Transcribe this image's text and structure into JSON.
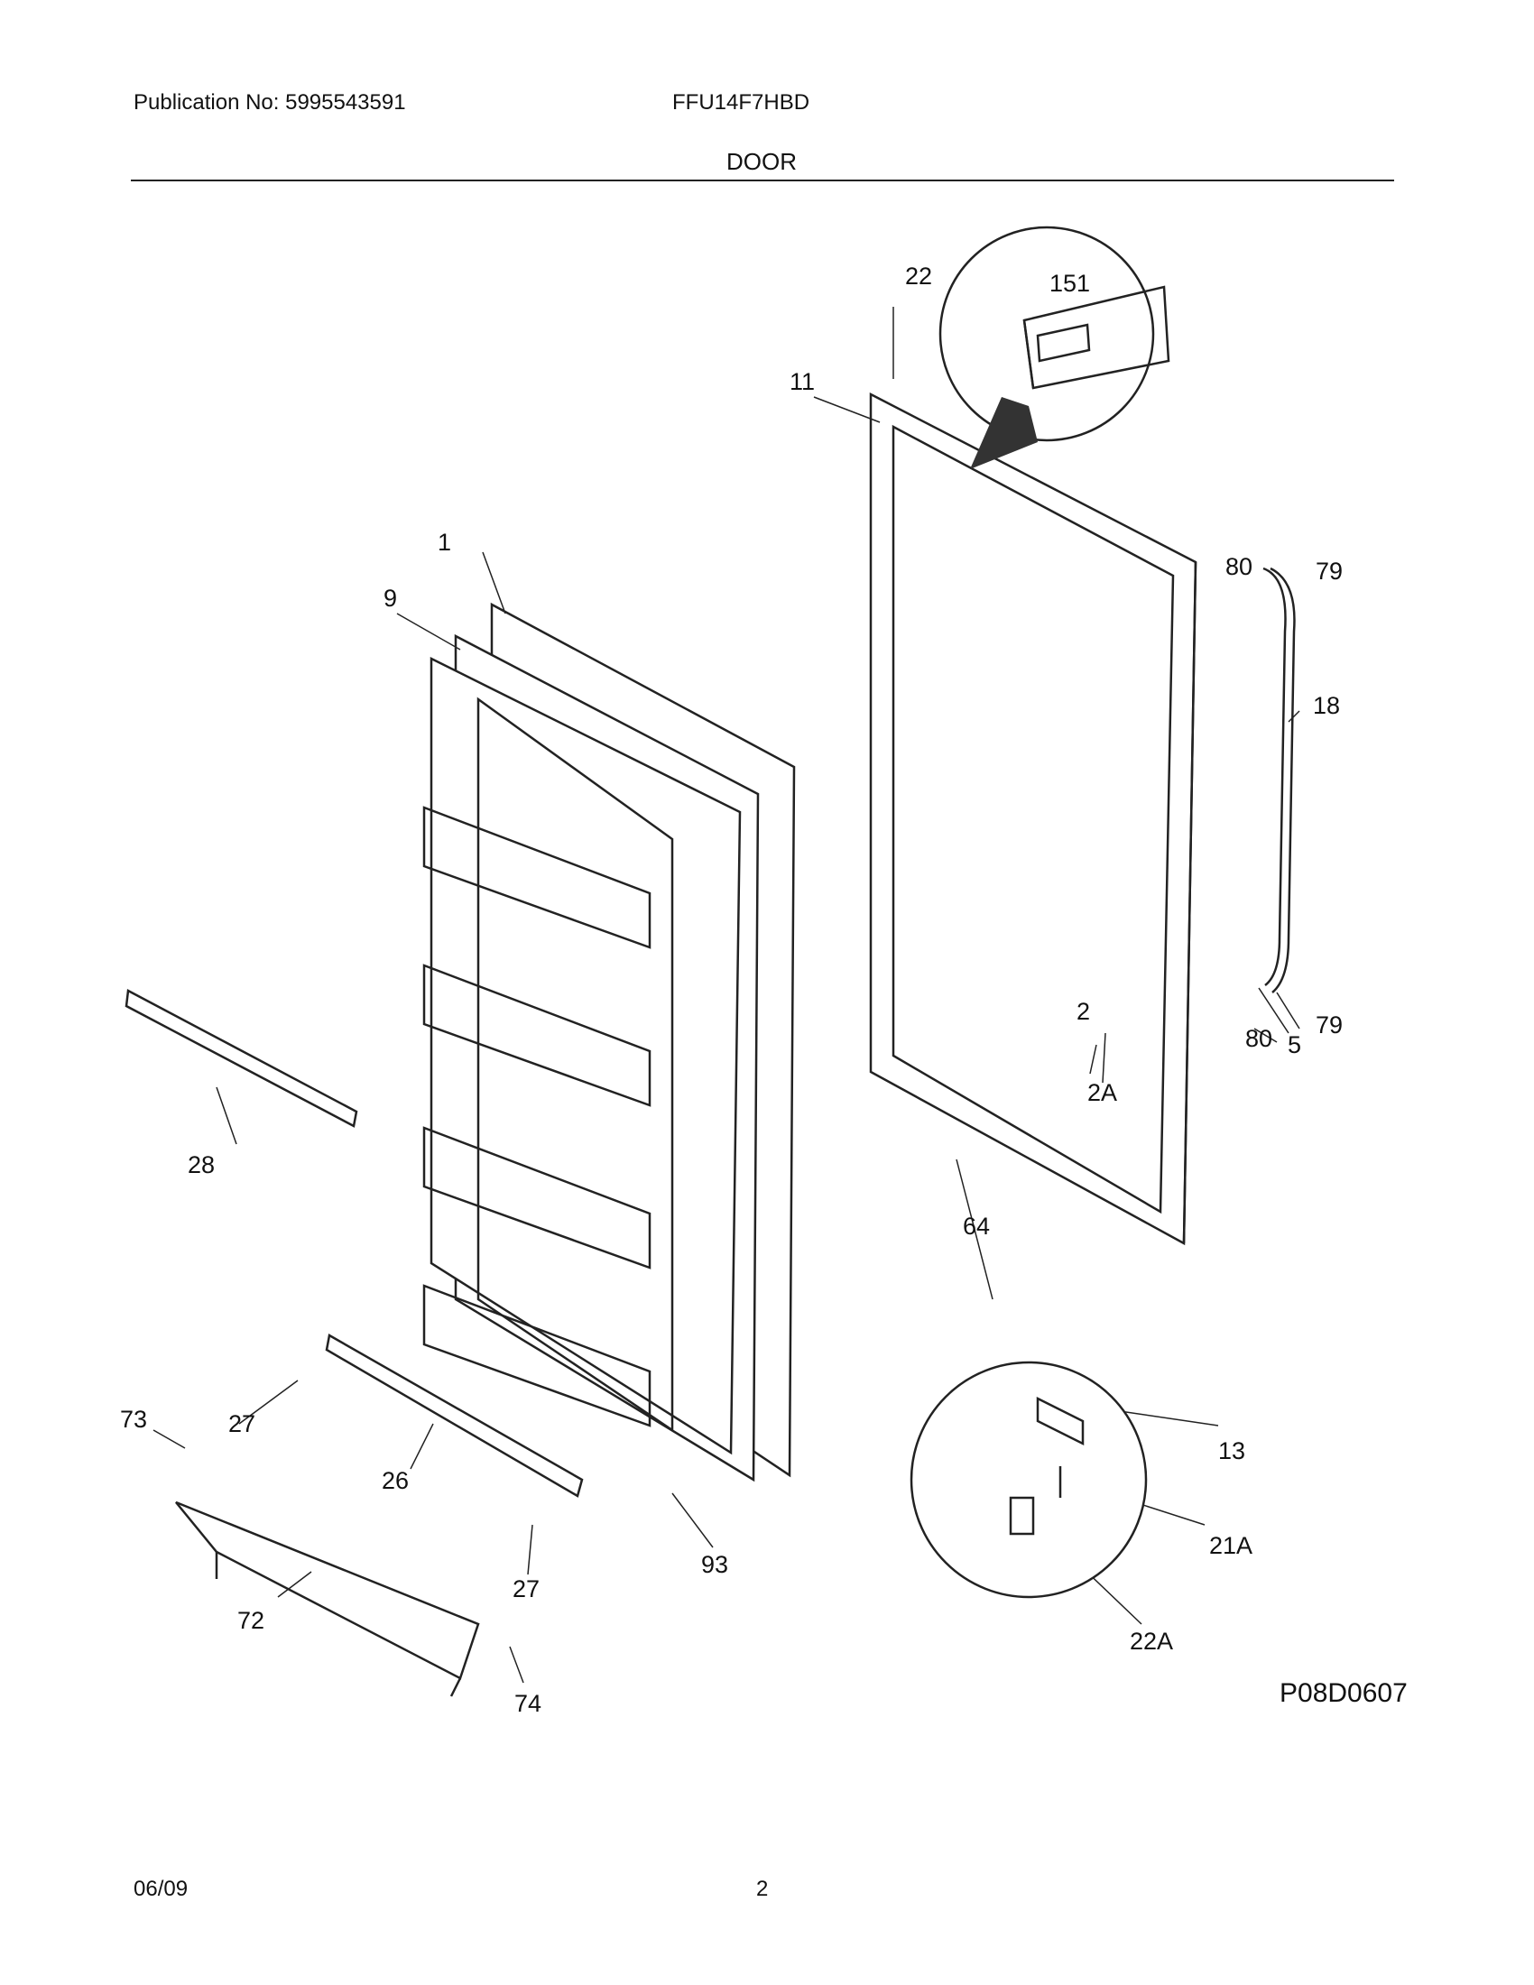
{
  "header": {
    "publication": "Publication No: 5995543591",
    "model": "FFU14F7HBD",
    "section": "DOOR"
  },
  "callouts": {
    "c1": "1",
    "c9": "9",
    "c11": "11",
    "c22": "22",
    "c151": "151",
    "c80a": "80",
    "c79a": "79",
    "c18": "18",
    "c80b": "80",
    "c79b": "79",
    "c5": "5",
    "c2": "2",
    "c2A": "2A",
    "c64": "64",
    "c28": "28",
    "c27a": "27",
    "c73": "73",
    "c26": "26",
    "c93": "93",
    "c27b": "27",
    "c72": "72",
    "c74": "74",
    "c13": "13",
    "c21A": "21A",
    "c22A": "22A"
  },
  "diagram_code": "P08D0607",
  "footer": {
    "date": "06/09",
    "page": "2"
  }
}
